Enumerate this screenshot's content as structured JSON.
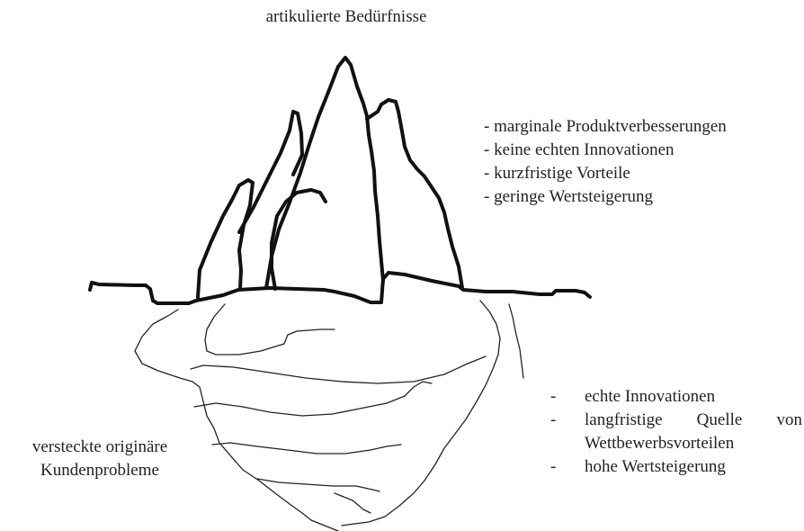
{
  "title": "artikulierte Bedürfnisse",
  "above_water": {
    "items": [
      "- marginale Produktverbesserungen",
      "- keine echten Innovationen",
      "- kurzfristige Vorteile",
      "- geringe Wertsteigerung"
    ]
  },
  "below_water": {
    "dash": "-",
    "items": [
      "echte Innovationen",
      "langfristige Quelle von",
      "Wettbewerbsvorteilen",
      "hohe Wertsteigerung"
    ]
  },
  "hidden_label": "versteckte originäre Kundenprobleme"
}
